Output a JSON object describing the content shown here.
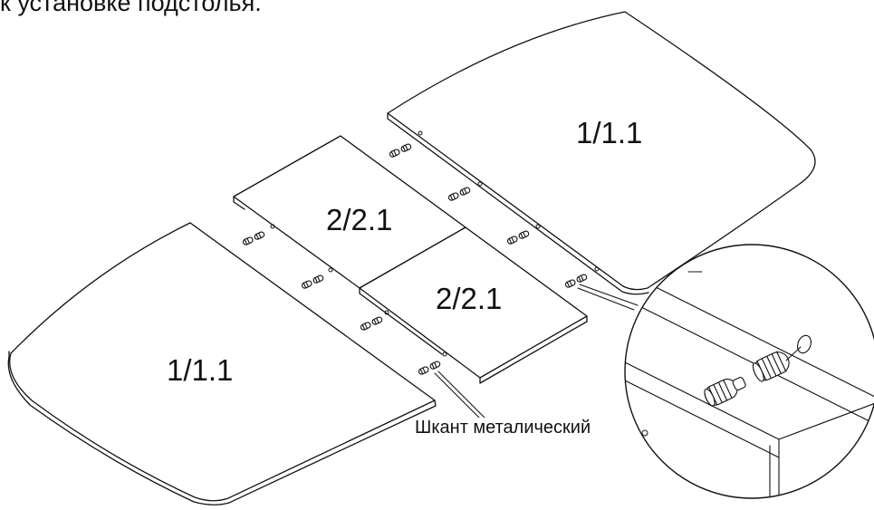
{
  "header": {
    "title": "к установке подстолья."
  },
  "labels": {
    "top_right": "1/1.1",
    "bottom_left": "1/1.1",
    "insert_upper": "2/2.1",
    "insert_lower": "2/2.1",
    "callout": "Шкант металический"
  },
  "colors": {
    "stroke": "#111111",
    "background": "#ffffff"
  }
}
